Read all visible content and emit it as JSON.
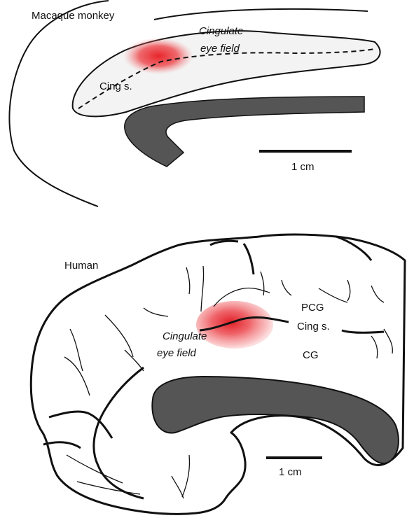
{
  "macaque": {
    "title": "Macaque monkey",
    "cef_line1": "Cingulate",
    "cef_line2": "eye field",
    "sulcus": "Cing s.",
    "scale": "1 cm"
  },
  "human": {
    "title": "Human",
    "cef_line1": "Cingulate",
    "cef_line2": "eye field",
    "pcg": "PCG",
    "sulcus": "Cing s.",
    "cg": "CG",
    "scale": "1 cm"
  },
  "colors": {
    "highlight": "#e8252b",
    "corpus_callosum": "#555555",
    "outline": "#111111"
  }
}
